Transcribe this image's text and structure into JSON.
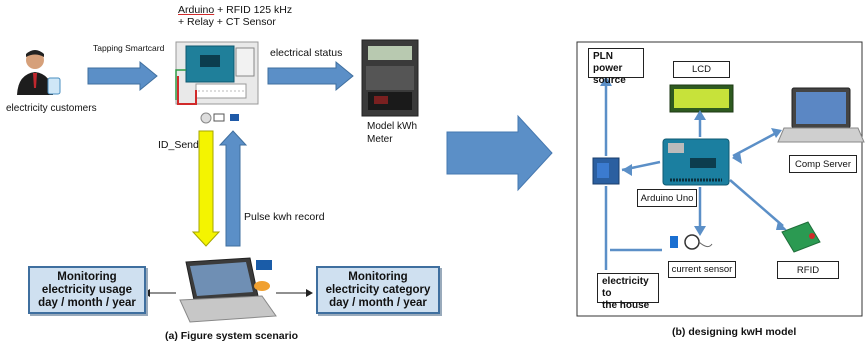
{
  "scenario": {
    "customer_label": "electricity customers",
    "tapping_label": "Tapping Smartcard",
    "arduino_word": "Arduino",
    "components_line1": " + RFID 125 kHz",
    "components_line2": "+ Relay + CT Sensor",
    "electrical_status_label": "electrical status",
    "meter_label_line1": "Model kWh",
    "meter_label_line2": "Meter",
    "id_send_label": "ID_Send",
    "pulse_label": "Pulse kwh record",
    "monitor_usage": {
      "line1": "Monitoring",
      "line2": "electricity usage",
      "line3": "day / month / year"
    },
    "monitor_category": {
      "line1": "Monitoring",
      "line2": "electricity category",
      "line3": "day / month / year"
    },
    "caption": "(a) Figure system scenario"
  },
  "model": {
    "pln_line1": "PLN power",
    "pln_line2": "source",
    "lcd_label": "LCD",
    "comp_server_label": "Comp Server",
    "arduino_uno_label": "Arduino Uno",
    "current_sensor_label": "current sensor",
    "rfid_label": "RFID",
    "house_line1": "electricity to",
    "house_line2": "the house",
    "caption": "(b) designing kwH model"
  },
  "colors": {
    "arrow_blue": "#5b8fc7",
    "arrow_yellow": "#f4f400",
    "box_fill": "#cfe0f0",
    "box_border": "#3f6f9f"
  }
}
